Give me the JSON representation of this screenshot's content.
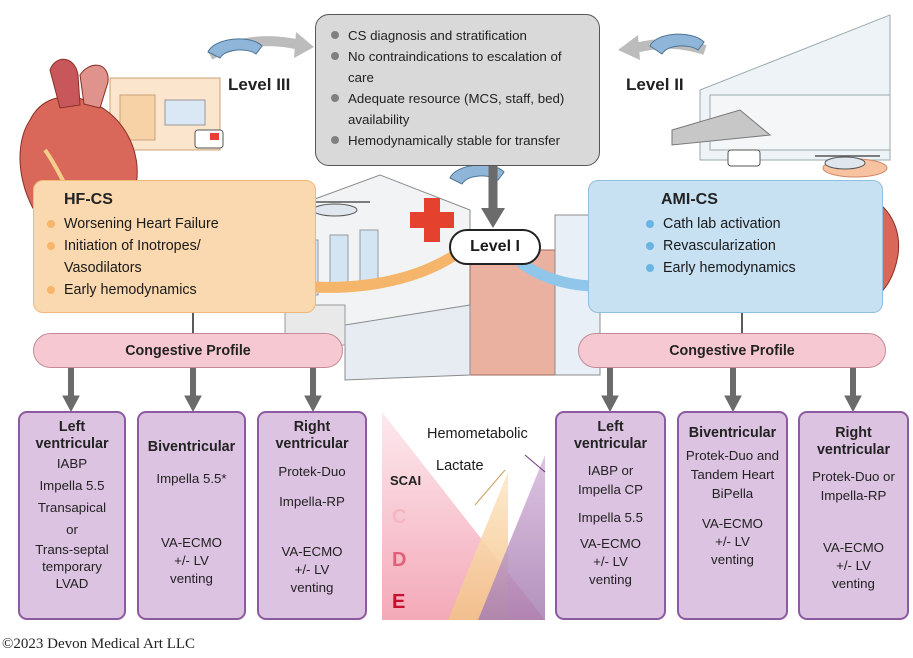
{
  "criteria": {
    "items": [
      "CS diagnosis and stratification",
      "No contraindications to escalation of care",
      "Adequate resource (MCS, staff, bed) availability",
      "Hemodynamically stable for transfer"
    ]
  },
  "levels": {
    "level3": "Level III",
    "level2": "Level II",
    "level1": "Level I"
  },
  "hf": {
    "title": "HF-CS",
    "items": [
      "Worsening Heart Failure",
      "Initiation of Inotropes/ Vasodilators",
      "Early hemodynamics"
    ]
  },
  "ami": {
    "title": "AMI-CS",
    "items": [
      "Cath lab activation",
      "Revascularization",
      "Early hemodynamics"
    ]
  },
  "profiles": {
    "left": "Congestive Profile",
    "right": "Congestive Profile"
  },
  "left_boxes": [
    {
      "title": "Left ventricular",
      "lines": [
        "IABP",
        "Impella 5.5",
        "Transapical",
        "or",
        "Trans-septal temporary LVAD"
      ]
    },
    {
      "title": "Biventricular",
      "lines": [
        "Impella 5.5*",
        "VA-ECMO +/- LV venting"
      ]
    },
    {
      "title": "Right ventricular",
      "lines": [
        "Protek-Duo",
        "Impella-RP",
        "VA-ECMO +/- LV venting"
      ]
    }
  ],
  "right_boxes": [
    {
      "title": "Left ventricular",
      "lines": [
        "IABP or Impella CP",
        "Impella 5.5",
        "VA-ECMO +/- LV venting"
      ]
    },
    {
      "title": "Biventricular",
      "lines": [
        "Protek-Duo and Tandem Heart BiPella",
        "VA-ECMO +/- LV venting"
      ]
    },
    {
      "title": "Right ventricular",
      "lines": [
        "Protek-Duo or Impella-RP",
        "VA-ECMO +/- LV venting"
      ]
    }
  ],
  "scai": {
    "label": "SCAI",
    "stages": [
      "C",
      "D",
      "E"
    ],
    "stage_colors": [
      "#f4b6c2",
      "#e0607a",
      "#c8102e"
    ],
    "hemometabolic": "Hemometabolic",
    "lactate": "Lactate"
  },
  "copyright": "©2023 Devon Medical Art LLC",
  "colors": {
    "hf_panel": "#fbd9b0",
    "ami_panel": "#c7e0f2",
    "profile": "#f6c9d2",
    "device_box": "#ddc3e2",
    "criteria": "#d9d9d9",
    "cross": "#e5412f"
  }
}
